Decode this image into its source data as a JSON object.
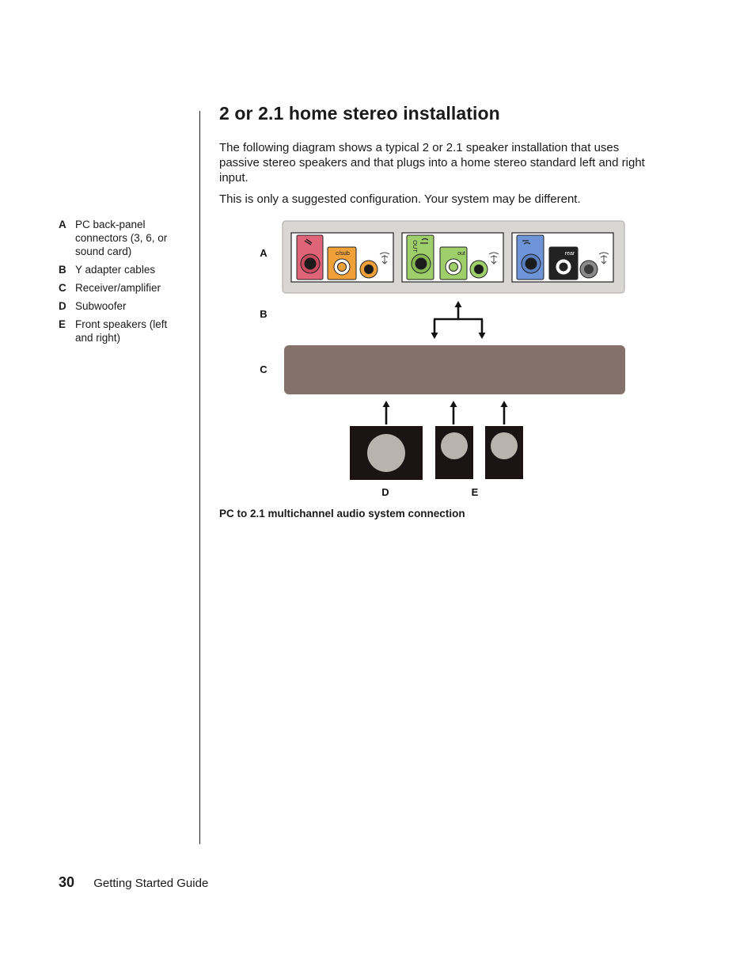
{
  "page": {
    "title": "2 or 2.1 home stereo installation",
    "paragraph1": "The following diagram shows a typical 2 or 2.1 speaker installation that uses passive stereo speakers and that plugs into a home stereo standard left and right input.",
    "paragraph2": "This is only a suggested configuration. Your system may be different.",
    "caption": "PC to 2.1 multichannel audio system connection"
  },
  "legend": [
    {
      "key": "A",
      "text": "PC back-panel connectors (3, 6, or sound card)"
    },
    {
      "key": "B",
      "text": "Y adapter cables"
    },
    {
      "key": "C",
      "text": "Receiver/amplifier"
    },
    {
      "key": "D",
      "text": "Subwoofer"
    },
    {
      "key": "E",
      "text": "Front speakers (left and right)"
    }
  ],
  "diagram": {
    "labels": {
      "a": "A",
      "b": "B",
      "c": "C",
      "d": "D",
      "e": "E"
    },
    "connector_text": {
      "csub": "c/sub",
      "out": "out",
      "rear": "rear",
      "out_vertical": "OUT"
    },
    "colors": {
      "panel": "#d9d7d4",
      "receiver": "#84716a",
      "speaker_box": "#1c1414",
      "speaker_cone": "#b9b2ad",
      "jack_pink": "#e06478",
      "jack_orange": "#f0a038",
      "jack_green": "#9fcf6a",
      "jack_blue": "#6e94d8",
      "jack_black": "#222222"
    }
  },
  "footer": {
    "page_number": "30",
    "title": "Getting Started Guide"
  }
}
